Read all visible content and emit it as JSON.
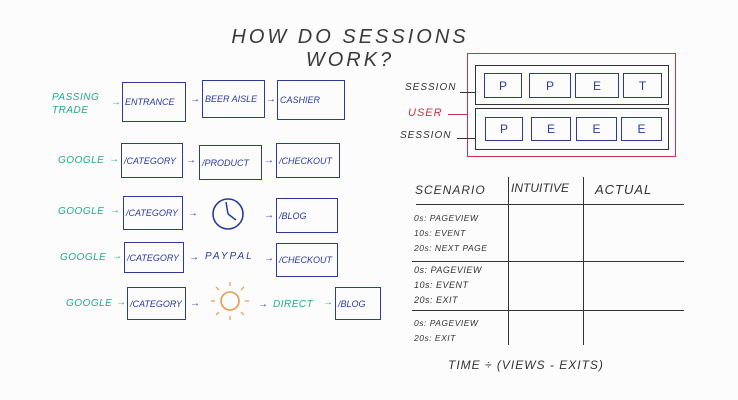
{
  "title": "HOW DO SESSIONS WORK?",
  "colors": {
    "source": "#21a88c",
    "page": "#2c3b98",
    "user": "#c8324a",
    "ink": "#333333",
    "sun": "#e69a4a"
  },
  "flows": [
    {
      "source": "PASSING TRADE",
      "steps": [
        "ENTRANCE",
        "BEER AISLE",
        "CASHIER"
      ]
    },
    {
      "source": "GOOGLE",
      "steps": [
        "/CATEGORY",
        "/PRODUCT",
        "/CHECKOUT"
      ]
    },
    {
      "source": "GOOGLE",
      "steps": [
        "/CATEGORY",
        "clock-icon",
        "/BLOG"
      ]
    },
    {
      "source": "GOOGLE",
      "steps": [
        "/CATEGORY",
        "PAYPAL",
        "/CHECKOUT"
      ]
    },
    {
      "source": "GOOGLE",
      "steps": [
        "/CATEGORY",
        "sun-icon",
        "DIRECT",
        "/BLOG"
      ]
    }
  ],
  "arrow": "→",
  "user_diagram": {
    "user_label": "USER",
    "sessions": [
      {
        "label": "SESSION",
        "hits": [
          "P",
          "P",
          "E",
          "T"
        ]
      },
      {
        "label": "SESSION",
        "hits": [
          "P",
          "E",
          "E",
          "E"
        ]
      }
    ]
  },
  "table": {
    "headers": [
      "SCENARIO",
      "INTUITIVE",
      "ACTUAL"
    ],
    "rows": [
      [
        "0s: PAGEVIEW",
        "10s: EVENT",
        "20s: NEXT PAGE"
      ],
      [
        "0s: PAGEVIEW",
        "10s: EVENT",
        "20s: EXIT"
      ],
      [
        "0s: PAGEVIEW",
        "20s: EXIT"
      ]
    ]
  },
  "formula": "TIME ÷ (VIEWS - EXITS)"
}
